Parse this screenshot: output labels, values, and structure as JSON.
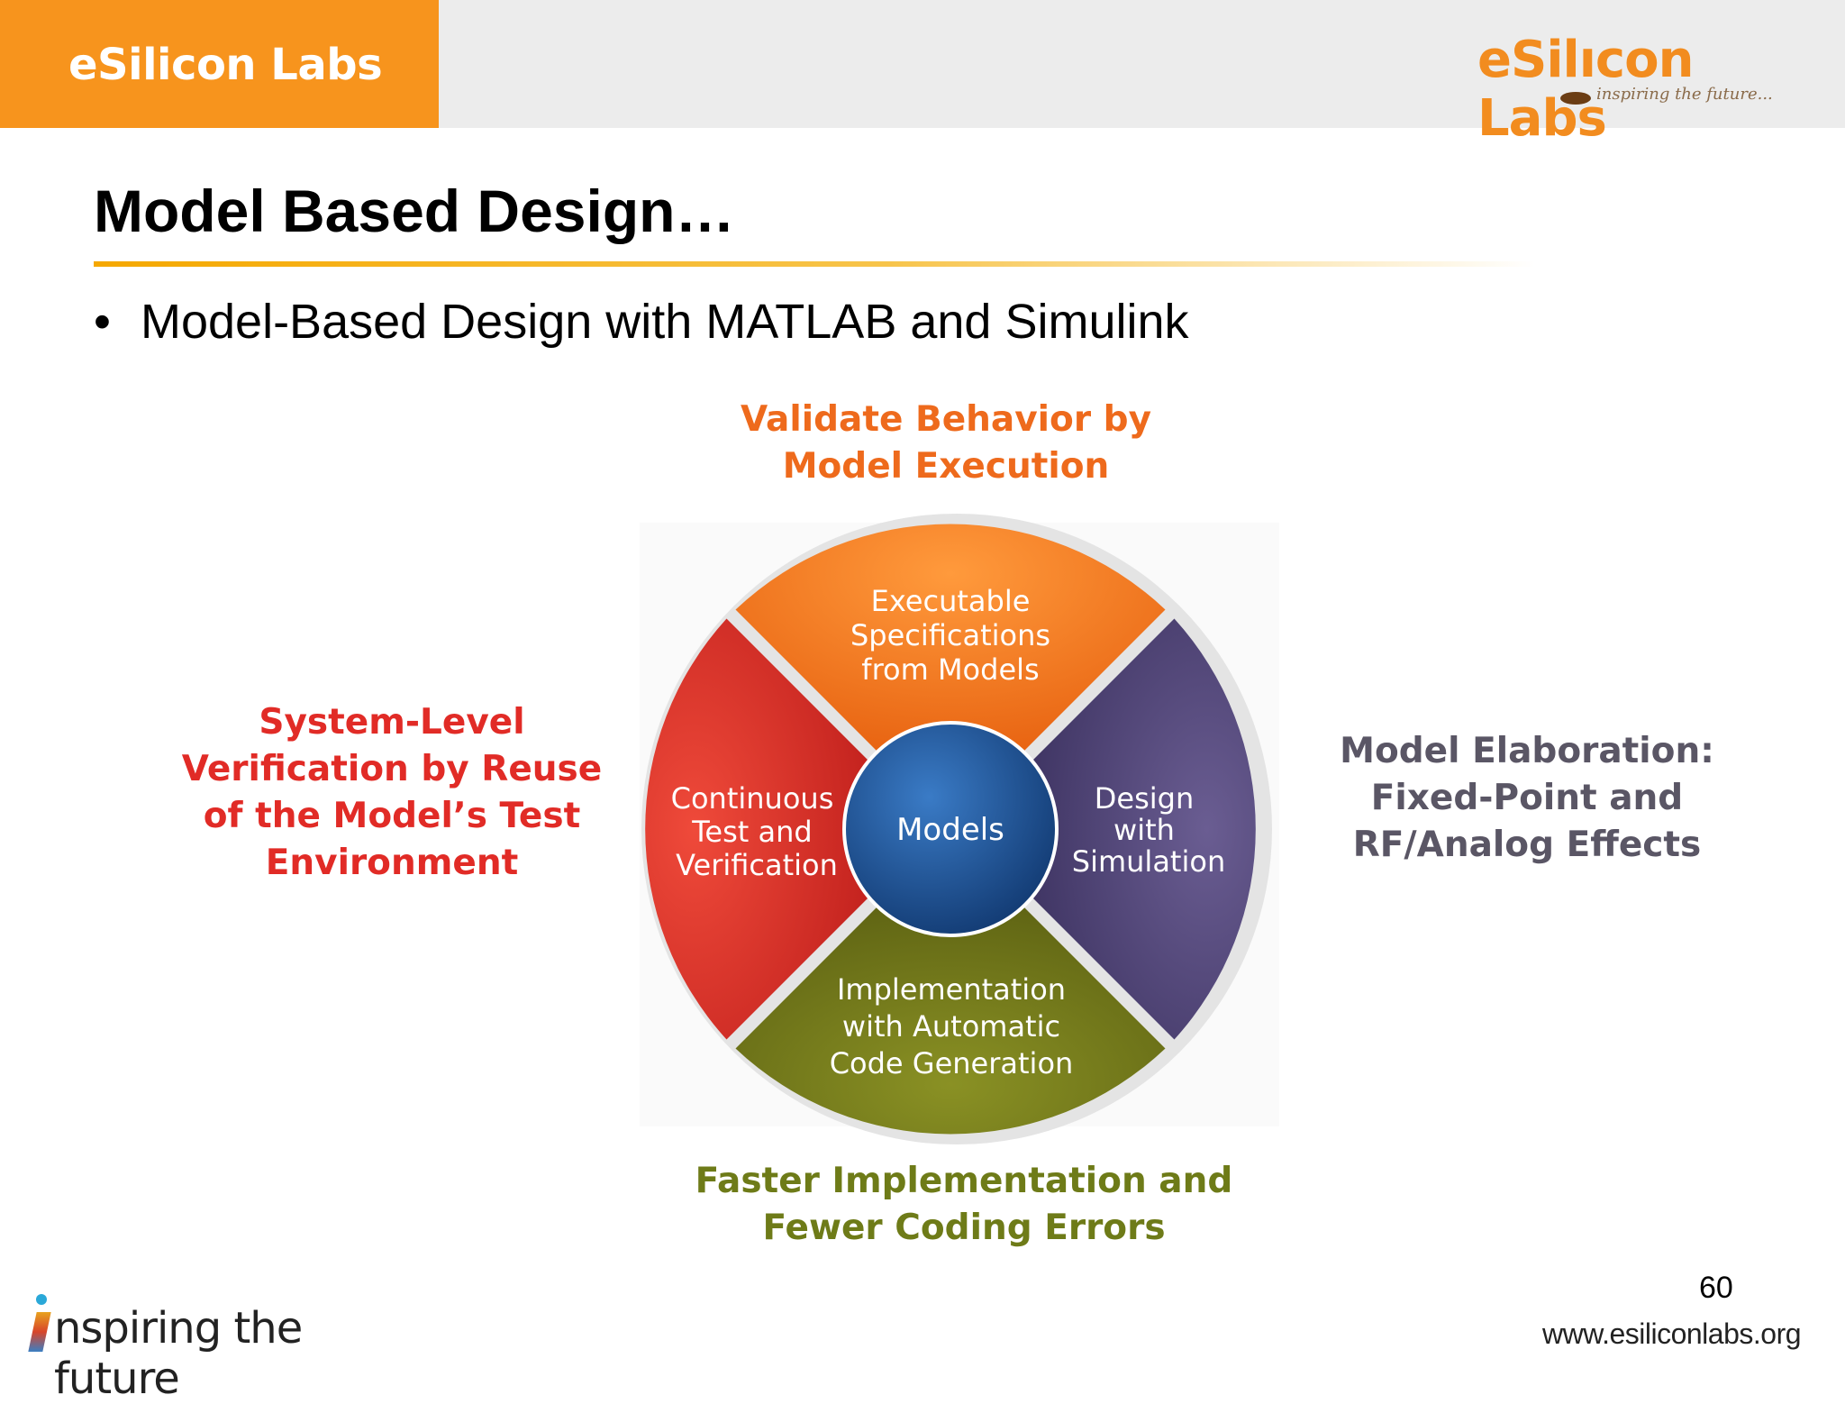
{
  "header": {
    "brand_tab_label": "eSilicon Labs",
    "logo_text": "eSilıcon Labs",
    "logo_tagline": "inspiring the future..."
  },
  "slide": {
    "title": "Model Based Design…",
    "bullet": "Model-Based Design with MATLAB and Simulink",
    "page_number": "60"
  },
  "diagram": {
    "center_label": "Models",
    "segments": {
      "top": {
        "lines": [
          "Executable",
          "Specifications",
          "from Models"
        ],
        "color": "#f0731a"
      },
      "right": {
        "lines": [
          "Design",
          "with",
          "Simulation"
        ],
        "color": "#4a3f6e"
      },
      "bottom": {
        "lines": [
          "Implementation",
          "with Automatic",
          "Code Generation"
        ],
        "color": "#6e7418"
      },
      "left": {
        "lines": [
          "Continuous",
          "Test and",
          "Verification"
        ],
        "color": "#d9302a"
      }
    },
    "callouts": {
      "top": [
        "Validate Behavior by",
        "Model Execution"
      ],
      "left": [
        "System-Level",
        "Verification by Reuse",
        "of the Model’s Test",
        "Environment"
      ],
      "right": [
        "Model Elaboration:",
        "Fixed-Point and",
        "RF/Analog Effects"
      ],
      "bottom": [
        "Faster Implementation and",
        "Fewer Coding Errors"
      ]
    }
  },
  "footer": {
    "tagline": "nspiring the future",
    "url": "www.esiliconlabs.org"
  },
  "colors": {
    "brand_orange": "#f7941d",
    "title_underline": "#f5a800",
    "center_blue": "#1d4f8f"
  }
}
